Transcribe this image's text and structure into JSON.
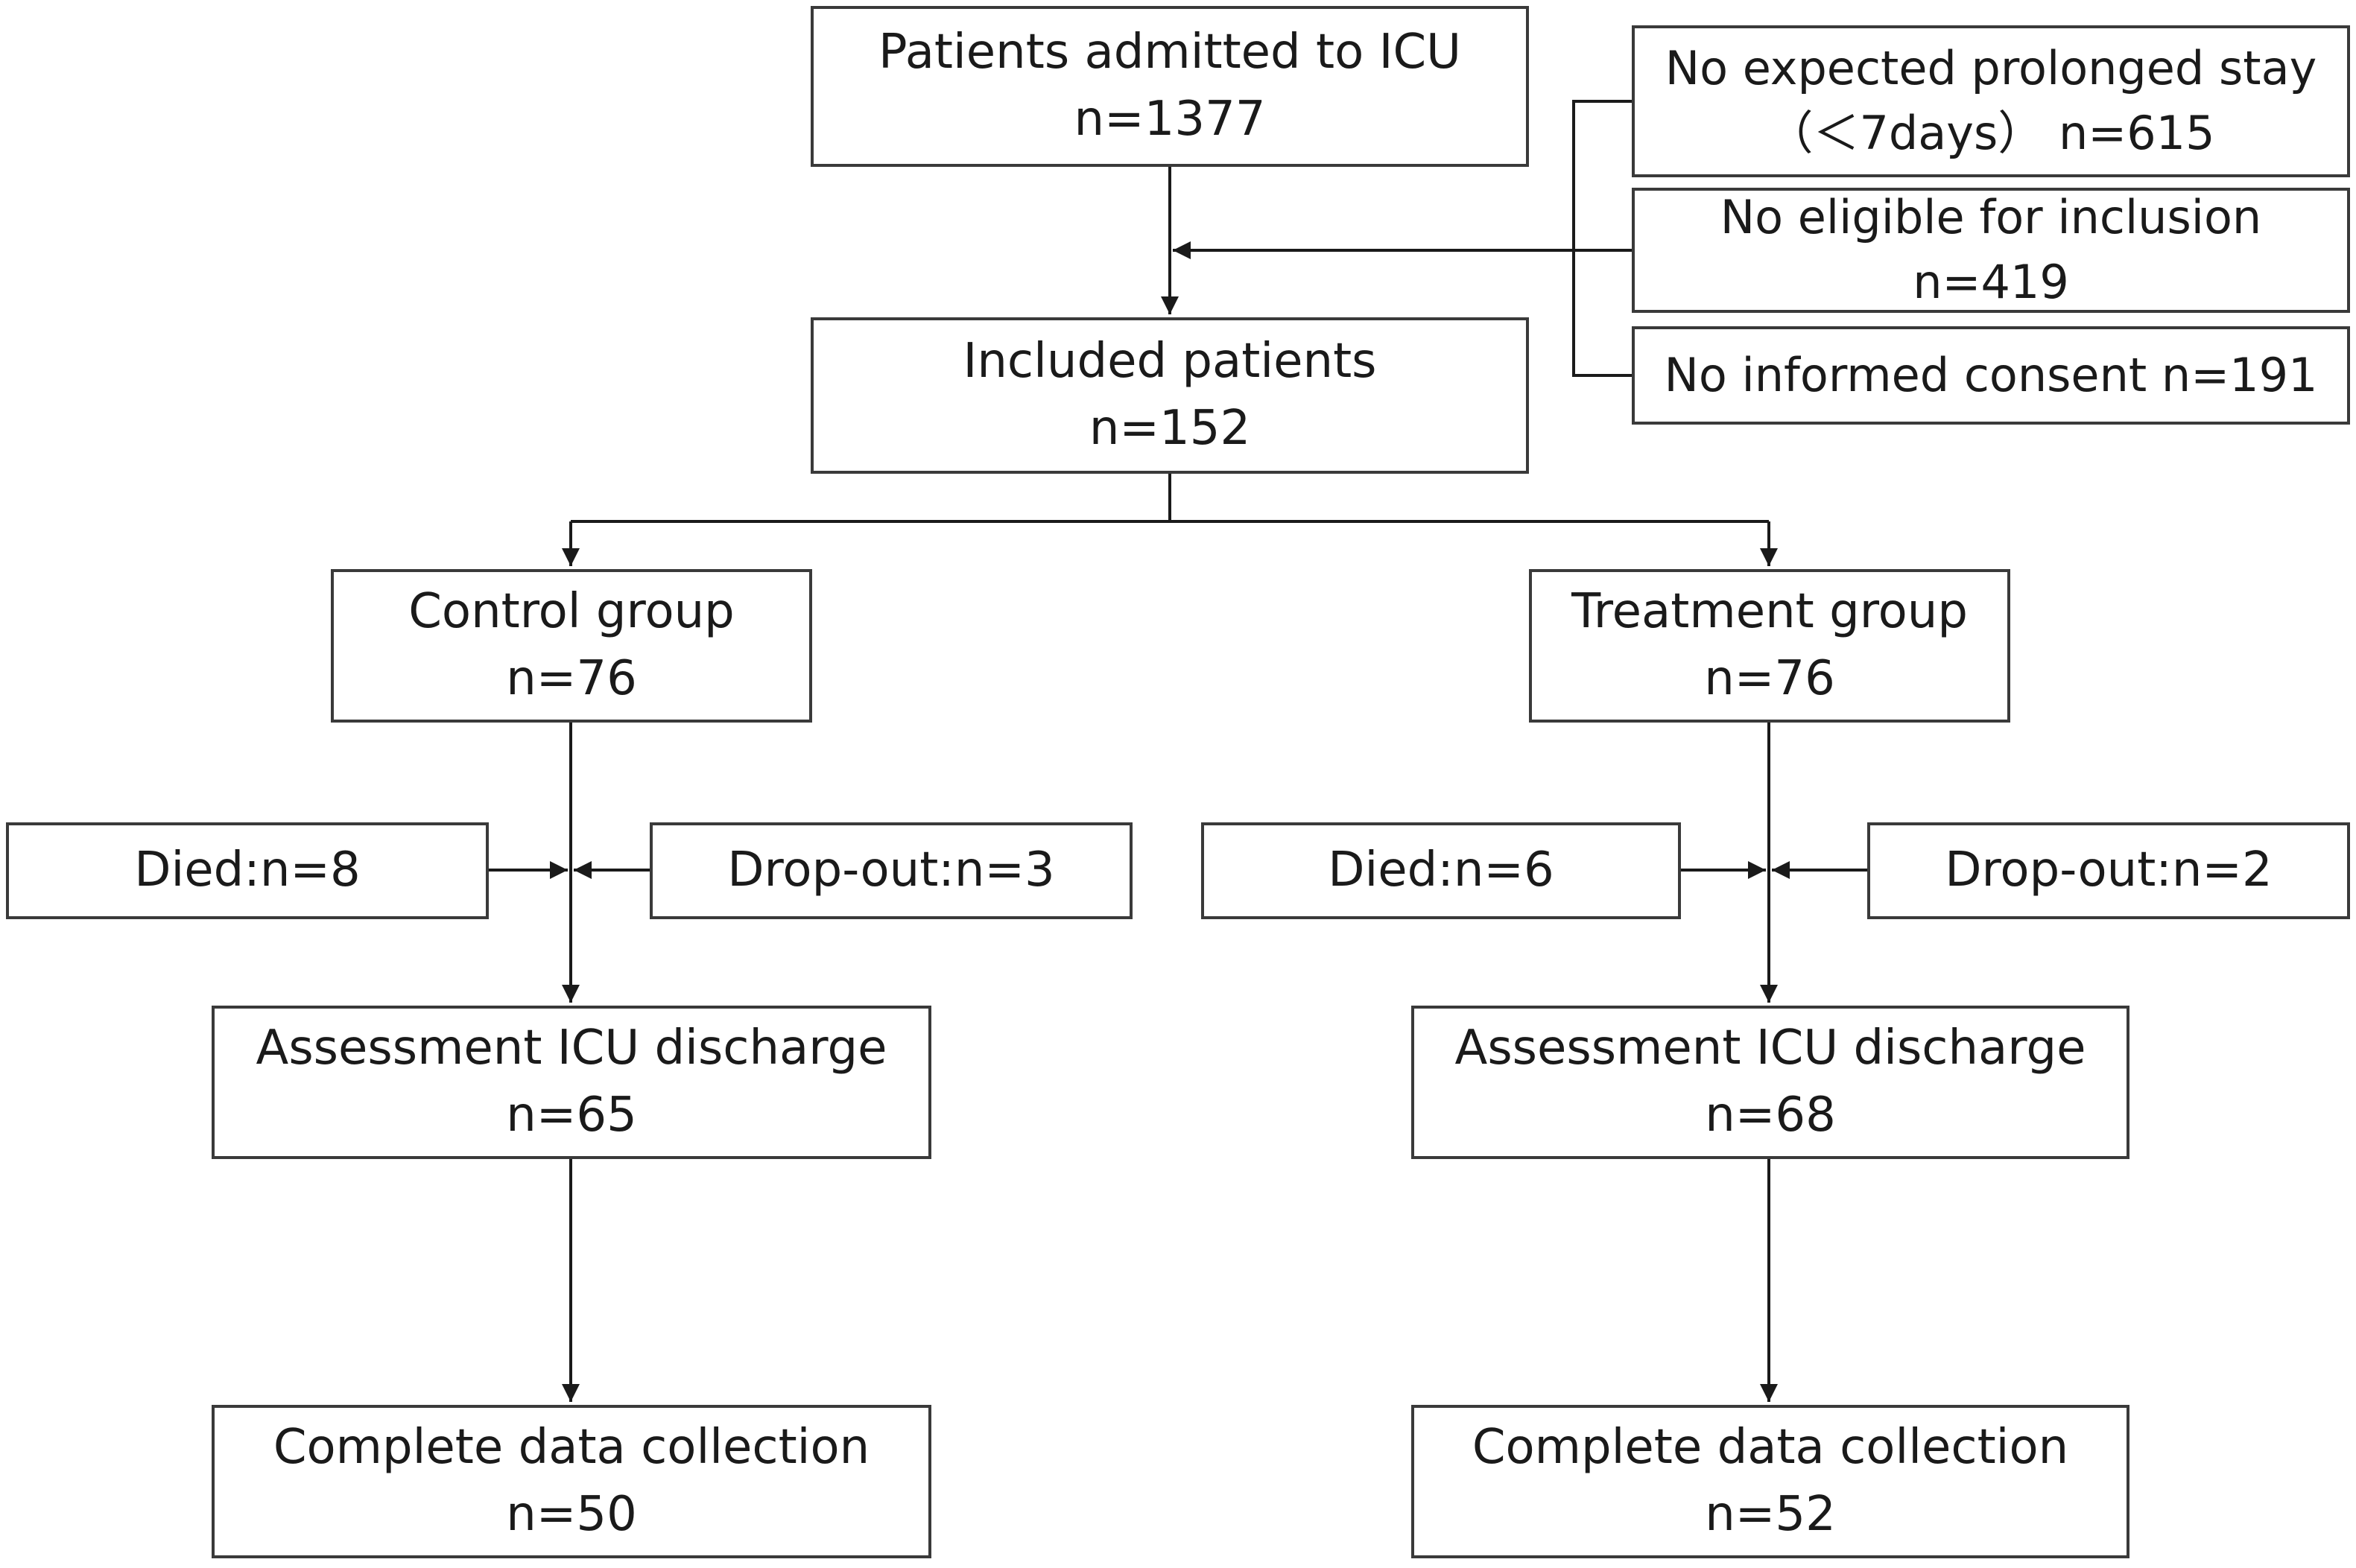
{
  "top": {
    "admitted": {
      "title": "Patients admitted to ICU",
      "n": "n=1377"
    },
    "included": {
      "title": "Included patients",
      "n": "n=152"
    }
  },
  "exclusions": [
    {
      "line1": "No expected prolonged stay",
      "line2": "（＜7days） n=615"
    },
    {
      "line1": "No eligible for inclusion",
      "line2": "n=419"
    },
    {
      "line1": "No informed consent n=191"
    }
  ],
  "control": {
    "group": {
      "title": "Control group",
      "n": "n=76"
    },
    "died": "Died:n=8",
    "dropout": "Drop-out:n=3",
    "assessment": {
      "title": "Assessment ICU discharge",
      "n": "n=65"
    },
    "complete": {
      "title": "Complete data collection",
      "n": "n=50"
    }
  },
  "treatment": {
    "group": {
      "title": "Treatment group",
      "n": "n=76"
    },
    "died": "Died:n=6",
    "dropout": "Drop-out:n=2",
    "assessment": {
      "title": "Assessment ICU discharge",
      "n": "n=68"
    },
    "complete": {
      "title": "Complete data collection",
      "n": "n=52"
    }
  }
}
